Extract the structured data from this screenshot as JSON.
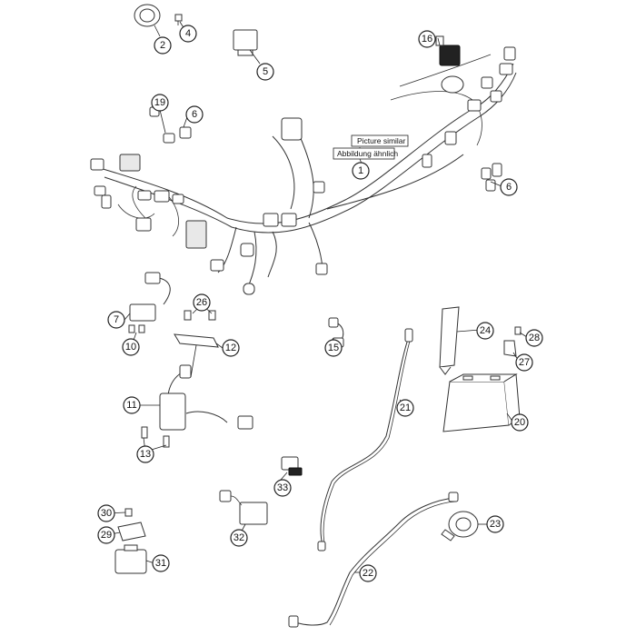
{
  "labels": {
    "picture_similar": "Picture similar",
    "abbildung_aehnlich": "Abbildung ähnlich"
  },
  "callouts": [
    {
      "id": "c1",
      "text": "1"
    },
    {
      "id": "c2",
      "text": "2"
    },
    {
      "id": "c4",
      "text": "4"
    },
    {
      "id": "c5",
      "text": "5"
    },
    {
      "id": "c16",
      "text": "16"
    },
    {
      "id": "c19",
      "text": "19"
    },
    {
      "id": "c6a",
      "text": "6"
    },
    {
      "id": "c6b",
      "text": "6"
    },
    {
      "id": "c7",
      "text": "7"
    },
    {
      "id": "c10",
      "text": "10"
    },
    {
      "id": "c26",
      "text": "26"
    },
    {
      "id": "c12",
      "text": "12"
    },
    {
      "id": "c15",
      "text": "15"
    },
    {
      "id": "c11",
      "text": "11"
    },
    {
      "id": "c13",
      "text": "13"
    },
    {
      "id": "c24",
      "text": "24"
    },
    {
      "id": "c28",
      "text": "28"
    },
    {
      "id": "c27",
      "text": "27"
    },
    {
      "id": "c21",
      "text": "21"
    },
    {
      "id": "c20",
      "text": "20"
    },
    {
      "id": "c33",
      "text": "33"
    },
    {
      "id": "c30",
      "text": "30"
    },
    {
      "id": "c29",
      "text": "29"
    },
    {
      "id": "c32",
      "text": "32"
    },
    {
      "id": "c31",
      "text": "31"
    },
    {
      "id": "c23",
      "text": "23"
    },
    {
      "id": "c22",
      "text": "22"
    }
  ]
}
